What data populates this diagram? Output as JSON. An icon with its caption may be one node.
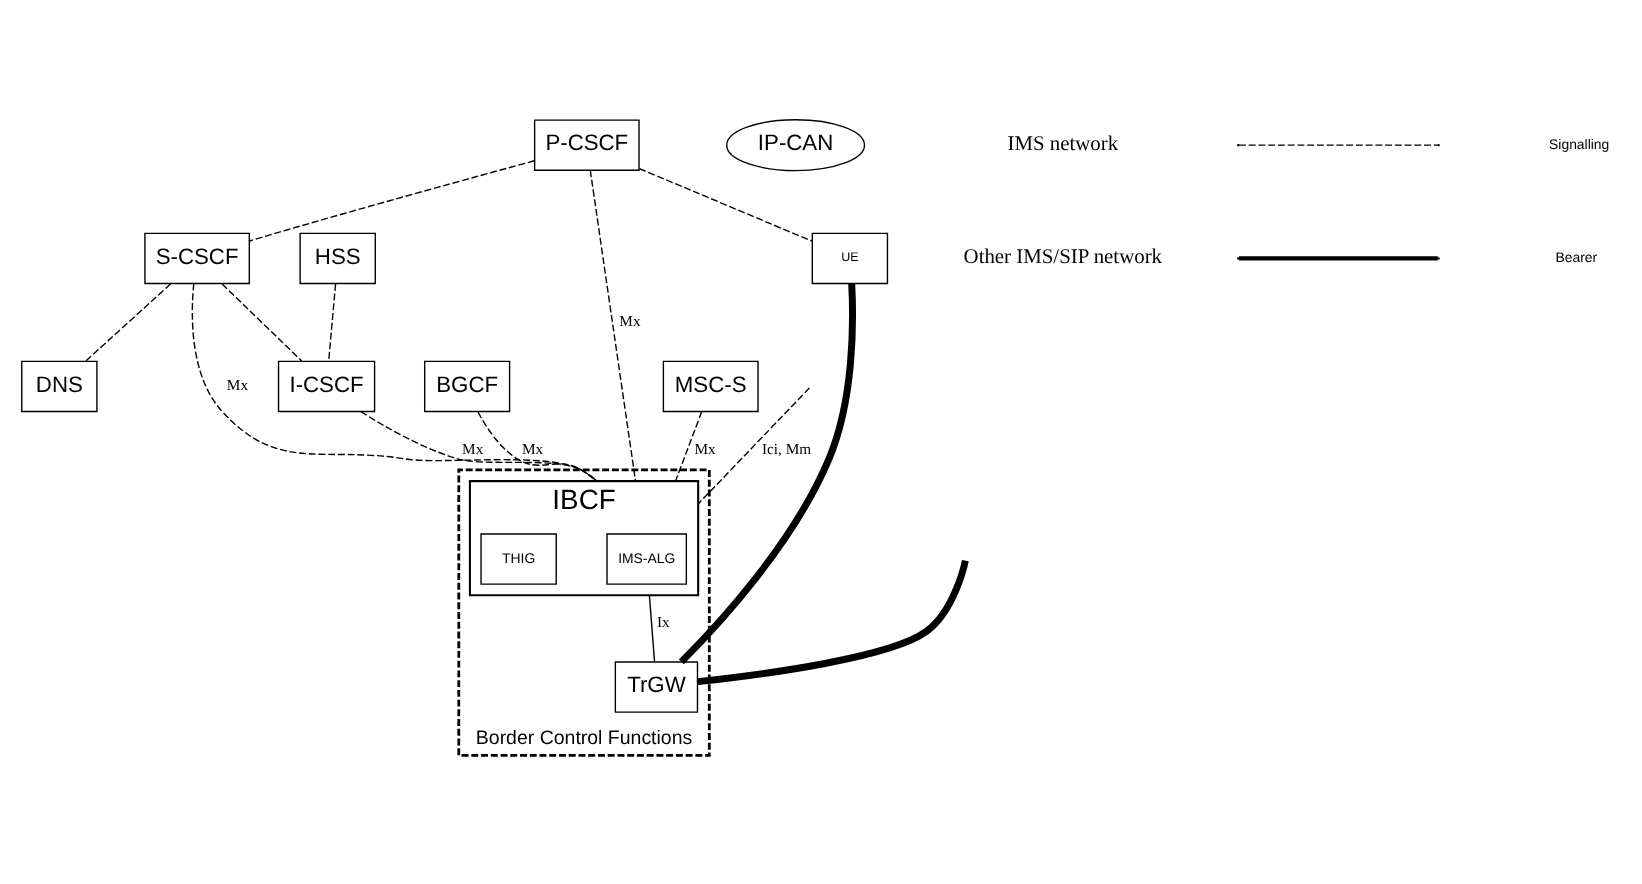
{
  "diagram": {
    "nodes": [
      {
        "text": [
          "DNS"
        ]
      },
      {
        "text": [
          "HSS"
        ]
      },
      {
        "text": [
          "S-CSCF"
        ]
      },
      {
        "text": [
          "I-CSCF"
        ]
      },
      {
        "text": [
          "BGCF"
        ]
      },
      {
        "text": [
          "P-CSCF"
        ]
      },
      {
        "text": [
          "Border Control Functions"
        ]
      },
      {
        "text": [
          "IBCF"
        ],
        "in": 6
      },
      {
        "text": [
          "IMS-ALG"
        ],
        "in": 7
      },
      {
        "text": [
          "THIG"
        ],
        "in": 7
      },
      {
        "text": [
          "MSC-S"
        ]
      },
      {
        "text": [
          "IP-CAN"
        ]
      },
      {
        "text": [
          "TrGW"
        ],
        "in": 6
      },
      {
        "text": [
          "UE"
        ]
      }
    ],
    "edges": [
      {
        "from": 2,
        "to": 0,
        "arrow": "none",
        "style": "dashed"
      },
      {
        "from": 1,
        "to": 3,
        "arrow": "none",
        "style": "dashed"
      },
      {
        "from": 2,
        "to": 3,
        "arrow": "none",
        "style": "dashed"
      },
      {
        "from": 5,
        "to": 2,
        "arrow": "none",
        "style": "dashed"
      },
      {
        "from": 2,
        "to": 7,
        "arrow": "none",
        "style": "dashed",
        "label": "Mx"
      },
      {
        "from": 3,
        "to": 7,
        "arrow": "none",
        "style": "dashed",
        "label": "Mx"
      },
      {
        "from": 4,
        "to": 7,
        "arrow": "none",
        "style": "dashed",
        "label": "Mx"
      },
      {
        "from": 5,
        "to": 7,
        "arrow": "none",
        "style": "dashed",
        "label": "Mx"
      },
      {
        "from": 10,
        "to": 7,
        "arrow": "none",
        "style": "dashed",
        "label": "Mx"
      },
      {
        "from": 7,
        "to": null,
        "arrow": "none",
        "style": "dashed",
        "label": "Ici, Mm"
      },
      {
        "from": 7,
        "to": 12,
        "arrow": "none",
        "label": "Ix"
      },
      {
        "from": 5,
        "to": 13,
        "arrow": "none",
        "style": "dashed"
      },
      {
        "from": 13,
        "to": 12,
        "arrow": "none",
        "style": "thick"
      },
      {
        "from": 12,
        "to": null,
        "arrow": "none",
        "style": "thick"
      }
    ],
    "labels": [
      "IMS network",
      "Other IMS/SIP network"
    ],
    "legend": [
      {
        "text": "Signalling"
      },
      {
        "text": "Bearer"
      }
    ]
  }
}
